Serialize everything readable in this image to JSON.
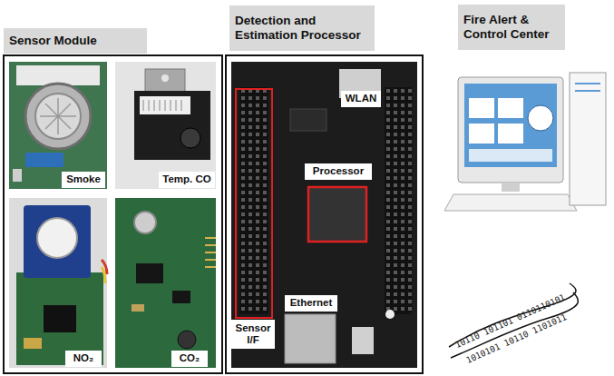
{
  "diagram": {
    "nodes": [
      {
        "text": [
          "Sensor Module"
        ]
      },
      {
        "text": [
          "Smoke"
        ],
        "in": 0
      },
      {
        "text": [
          "Temp. CO"
        ],
        "in": 0
      },
      {
        "text": [
          "NO₂"
        ],
        "in": 0
      },
      {
        "text": [
          "CO₂"
        ],
        "in": 0
      },
      {
        "text": [
          "Detection and Estimation Processor"
        ]
      },
      {
        "text": [
          "WLAN"
        ],
        "in": 5
      },
      {
        "text": [
          "Processor"
        ],
        "in": 5
      },
      {
        "text": [
          "Sensor I/F"
        ],
        "in": 5
      },
      {
        "text": [
          "Ethernet"
        ],
        "in": 5
      },
      {
        "text": [
          "Fire Alert & Control Center"
        ]
      }
    ],
    "labels": [
      "10110 101101 0110110101",
      "1010101 10110 1101011"
    ]
  }
}
